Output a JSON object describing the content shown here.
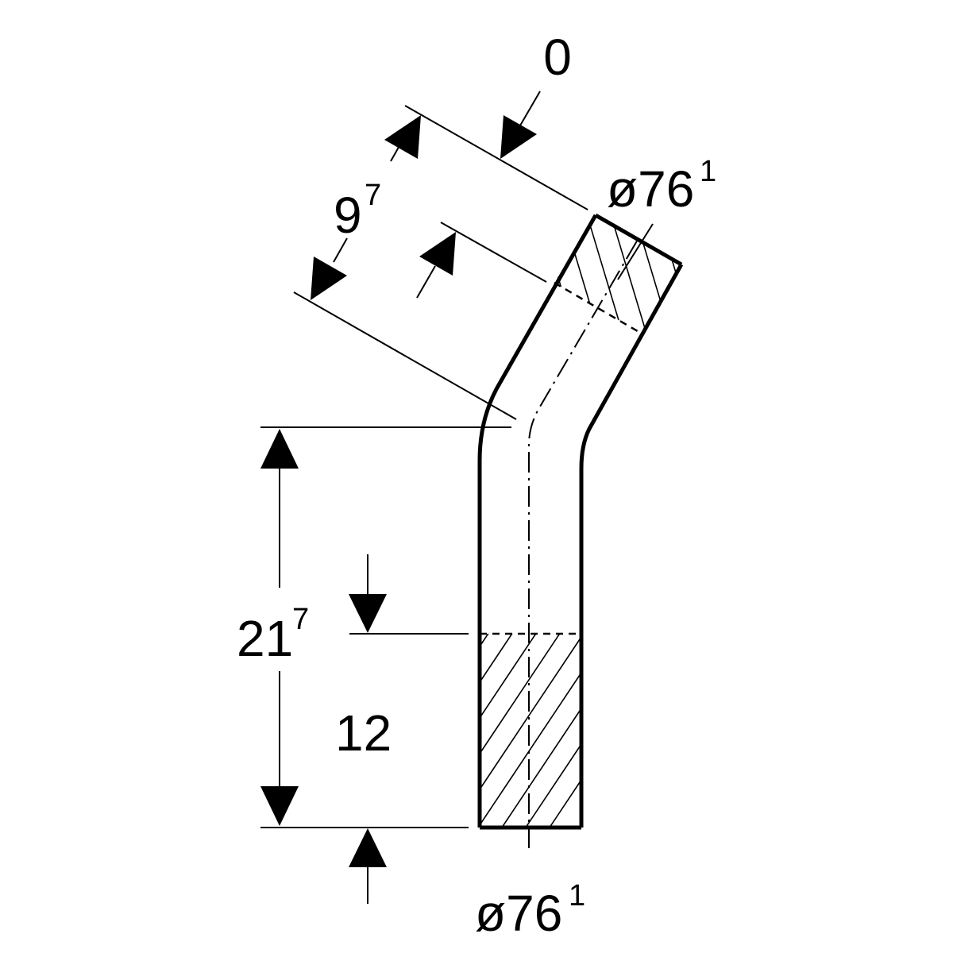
{
  "drawing": {
    "top_offset": {
      "value": "0"
    },
    "top_length": {
      "value": "9",
      "sup": "7"
    },
    "top_diameter": {
      "prefix": "ø76",
      "sup": "1"
    },
    "total_height": {
      "value": "21",
      "sup": "7"
    },
    "insertion_depth": {
      "value": "12"
    },
    "bottom_diameter": {
      "prefix": "ø76",
      "sup": "1"
    }
  }
}
